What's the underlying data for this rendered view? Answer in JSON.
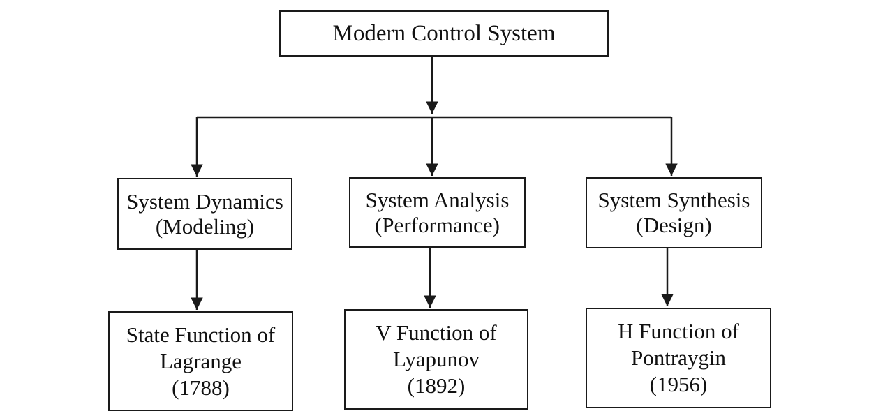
{
  "root": {
    "label": "Modern Control System"
  },
  "branches": [
    {
      "title": "System Dynamics",
      "subtitle": "(Modeling)",
      "leaf": {
        "line1": "State Function of",
        "line2": "Lagrange",
        "line3": "(1788)"
      }
    },
    {
      "title": "System Analysis",
      "subtitle": "(Performance)",
      "leaf": {
        "line1": "V Function of",
        "line2": "Lyapunov",
        "line3": "(1892)"
      }
    },
    {
      "title": "System Synthesis",
      "subtitle": "(Design)",
      "leaf": {
        "line1": "H Function of",
        "line2": "Pontraygin",
        "line3": "(1956)"
      }
    }
  ]
}
